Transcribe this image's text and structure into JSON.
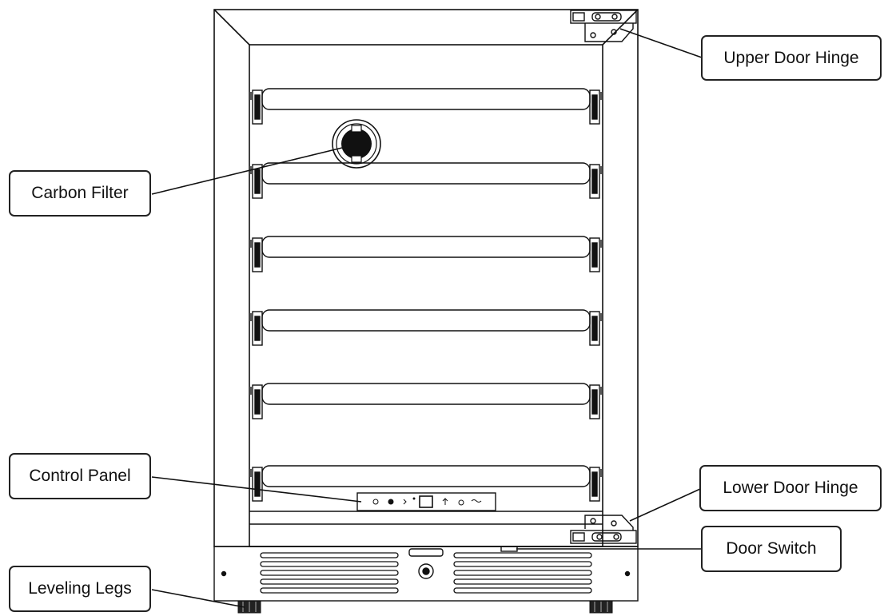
{
  "callouts": {
    "upper_door_hinge": "Upper Door Hinge",
    "carbon_filter": "Carbon Filter",
    "control_panel": "Control Panel",
    "lower_door_hinge": "Lower Door Hinge",
    "door_switch": "Door Switch",
    "leveling_legs": "Leveling Legs"
  },
  "shelf_count": 6
}
